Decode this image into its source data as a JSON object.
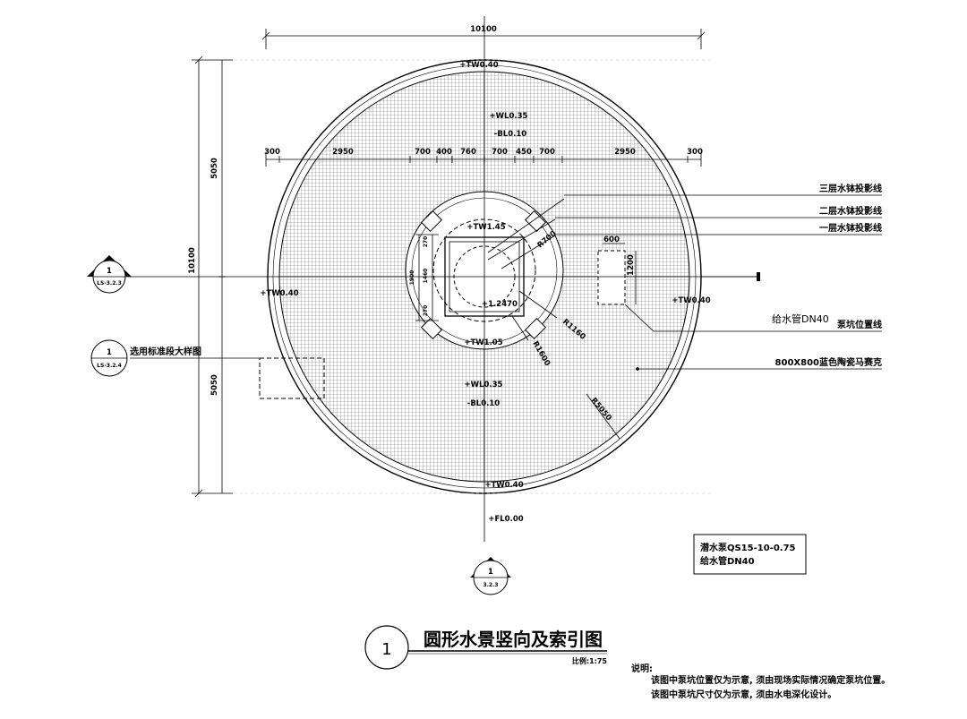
{
  "title": {
    "number": "1",
    "text": "圆形水景竖向及索引图",
    "scale": "比例:1:75"
  },
  "dimensions": {
    "overall_width": "10100",
    "overall_height": "10100",
    "half_upper": "5050",
    "half_lower": "5050",
    "seg_300_left": "300",
    "seg_2950_left": "2950",
    "seg_700_a": "700",
    "seg_400_a": "400",
    "seg_760": "760",
    "seg_700_b": "700",
    "seg_450": "450",
    "seg_700_c": "700",
    "seg_2950_right": "2950",
    "seg_300_right": "300",
    "pit_w": "600",
    "pit_h": "1200",
    "inner_v1": "270",
    "inner_v2": "1460",
    "inner_v3": "1900",
    "inner_v4": "270",
    "r700": "R700",
    "r1160": "R1160",
    "r1600": "R1600",
    "r5050": "R5050"
  },
  "elevations": {
    "top_edge": "+TW0.40",
    "bottom_edge": "+TW0.40",
    "left_edge": "+TW0.40",
    "right_edge": "+TW0.40",
    "wl_upper": "+WL0.35",
    "bl_upper": "-BL0.10",
    "wl_lower": "+WL0.35",
    "bl_lower": "-BL0.10",
    "tier3_top": "+TW1.45",
    "tier1_bottom": "+TW1.05",
    "basin": "+1.2470",
    "ground": "+FL0.00"
  },
  "callouts": {
    "tier3": "三层水钵投影线",
    "tier2": "二层水钵投影线",
    "tier1": "一层水钵投影线",
    "pipe": "给水管DN40",
    "pit": "泵坑位置线",
    "mosaic": "800X800蓝色陶瓷马赛克",
    "detail_ref": "选用标准段大样图"
  },
  "sections": {
    "left_num": "1",
    "left_sheet": "LS-3.2.3",
    "detail_num": "1",
    "detail_sheet": "LS-3.2.4",
    "bottom_num": "1",
    "bottom_sheet": "3.2.3"
  },
  "equipment": {
    "line1": "潜水泵QS15-10-0.75",
    "line2": "给水管DN40"
  },
  "notes": {
    "heading": "说明:",
    "line1": "该图中泵坑位置仅为示意, 须由现场实际情况确定泵坑位置。",
    "line2": "该图中泵坑尺寸仅为示意, 须由水电深化设计。"
  }
}
